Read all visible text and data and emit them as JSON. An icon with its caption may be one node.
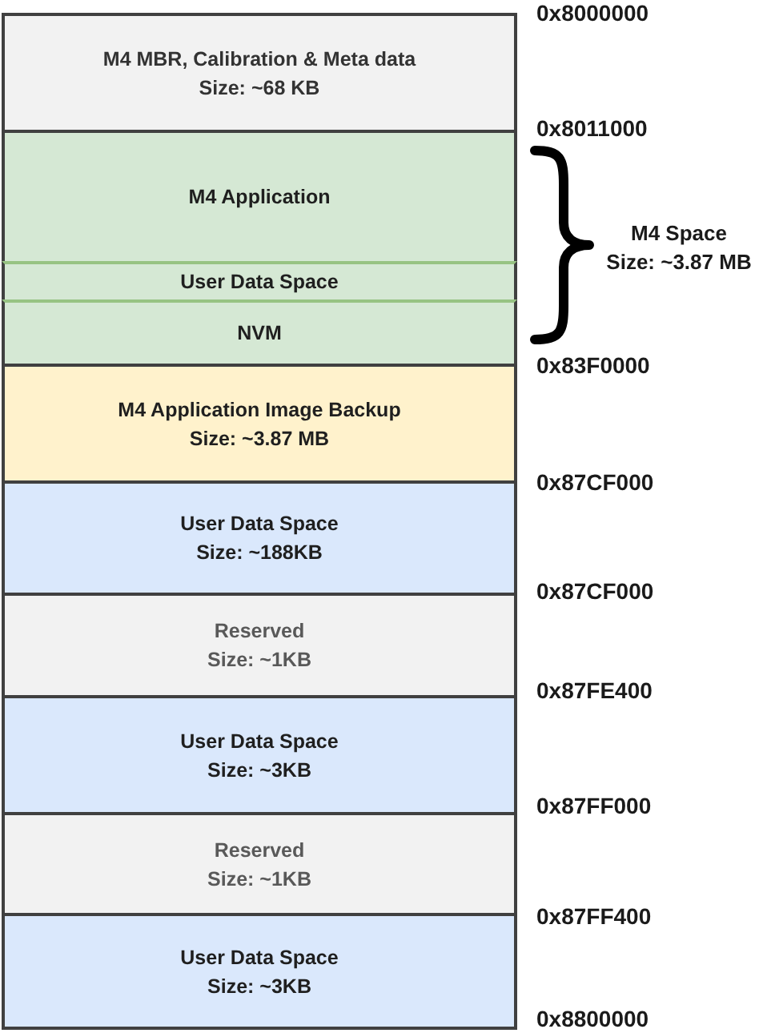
{
  "diagram": {
    "nodes": [
      {
        "text": [
          "M4 MBR, Calibration & Meta data",
          "Size: ~68 KB"
        ]
      },
      {
        "text": [
          "M4 Application"
        ]
      },
      {
        "text": [
          "User Data Space"
        ]
      },
      {
        "text": [
          "NVM"
        ]
      },
      {
        "text": [
          "M4 Application Image Backup",
          "Size: ~3.87 MB"
        ]
      },
      {
        "text": [
          "User Data Space",
          "Size: ~188KB"
        ]
      },
      {
        "text": [
          "Reserved",
          "Size: ~1KB"
        ]
      },
      {
        "text": [
          "User Data Space",
          "Size: ~3KB"
        ]
      },
      {
        "text": [
          "Reserved",
          "Size: ~1KB"
        ]
      },
      {
        "text": [
          "User Data Space",
          "Size: ~3KB"
        ]
      }
    ],
    "labels": [
      "0x8000000",
      "0x8011000",
      "M4 Space",
      "Size: ~3.87 MB",
      "0x83F0000",
      "0x87CF000",
      "0x87CF000",
      "0x87FE400",
      "0x87FF000",
      "0x87FF400",
      "0x8800000"
    ]
  }
}
